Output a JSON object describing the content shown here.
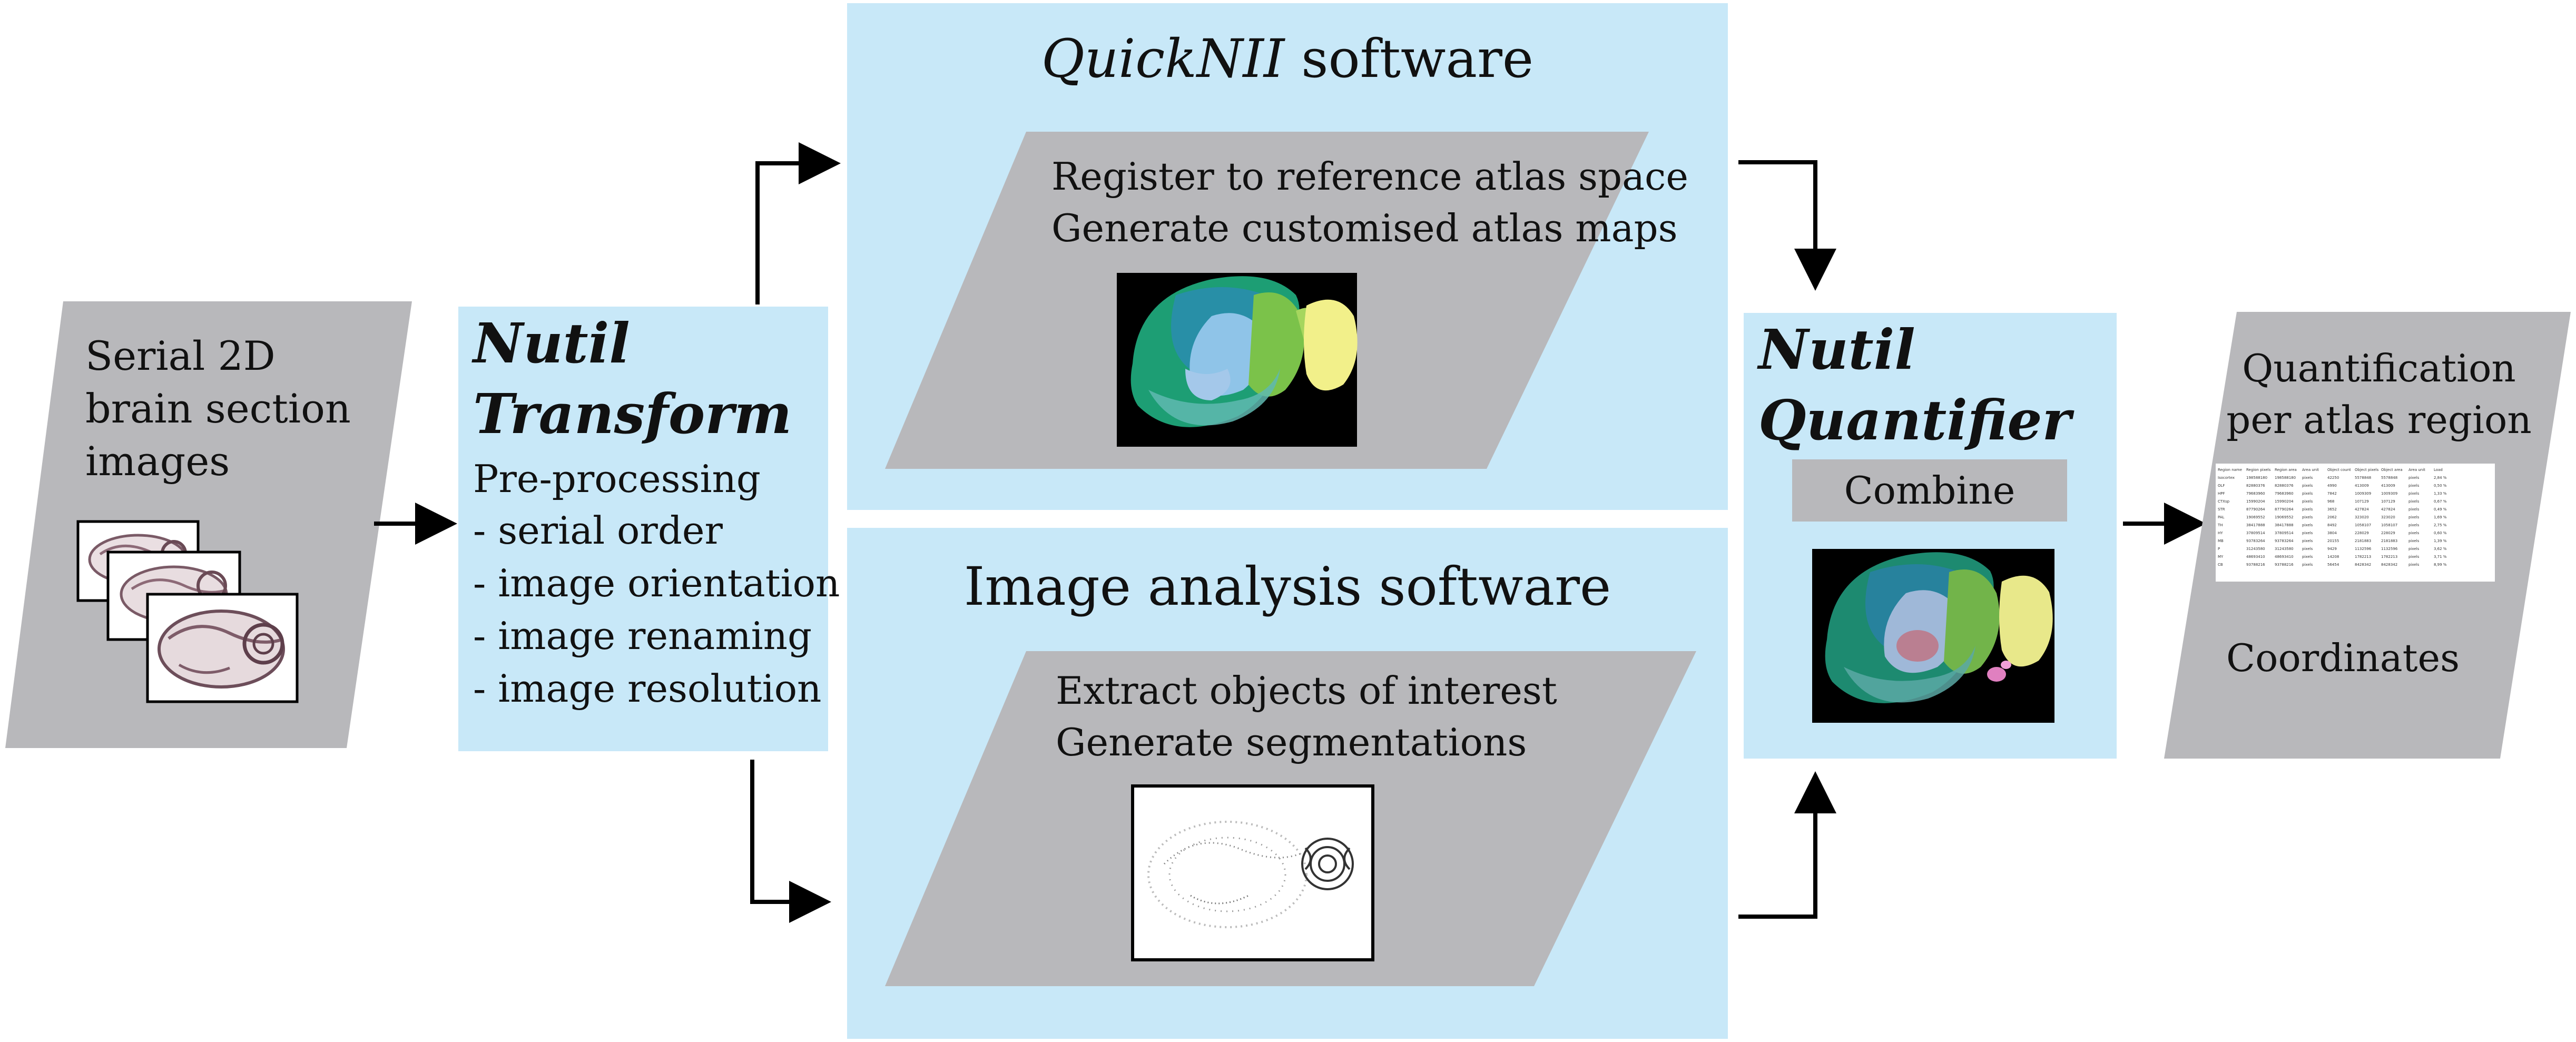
{
  "input_box": {
    "lines": [
      "Serial 2D",
      "brain section",
      "images"
    ]
  },
  "transform": {
    "title_line1": "Nutil",
    "title_line2": "Transform",
    "subtitle": "Pre-processing",
    "items": [
      "- serial order",
      "- image orientation",
      "- image renaming",
      "- image resolution"
    ]
  },
  "quicknii": {
    "title_italic": "QuickNII",
    "title_rest": " software",
    "lines": [
      "Register to reference atlas space",
      "Generate customised atlas maps"
    ]
  },
  "image_analysis": {
    "title": "Image analysis software",
    "lines": [
      "Extract objects of interest",
      "Generate segmentations"
    ]
  },
  "quantifier": {
    "title_line1": "Nutil",
    "title_line2": "Quantifier",
    "combine_label": "Combine"
  },
  "output_box": {
    "lines": [
      "Quantification",
      "per atlas region"
    ],
    "coordinates": "Coordinates",
    "table_header": [
      "Region name",
      "Region pixels",
      "Region area",
      "Area unit",
      "Object count",
      "Object pixels",
      "Object area",
      "Area unit",
      "Load"
    ],
    "table_rows": [
      [
        "Isocortex",
        "198588180",
        "198588180",
        "pixels",
        "42250",
        "5578848",
        "5578848",
        "pixels",
        "2,84 %"
      ],
      [
        "OLF",
        "82880376",
        "82880376",
        "pixels",
        "4990",
        "413009",
        "413009",
        "pixels",
        "0,50 %"
      ],
      [
        "HPF",
        "79683960",
        "79683960",
        "pixels",
        "7842",
        "1009309",
        "1009309",
        "pixels",
        "1,33 %"
      ],
      [
        "CTXsp",
        "15990204",
        "15990204",
        "pixels",
        "968",
        "107129",
        "107129",
        "pixels",
        "0,67 %"
      ],
      [
        "STR",
        "87790264",
        "87790264",
        "pixels",
        "3652",
        "427824",
        "427824",
        "pixels",
        "0,49 %"
      ],
      [
        "PAL",
        "19069552",
        "19069552",
        "pixels",
        "2062",
        "323020",
        "323020",
        "pixels",
        "1,69 %"
      ],
      [
        "TH",
        "38417888",
        "38417888",
        "pixels",
        "8492",
        "1058107",
        "1058107",
        "pixels",
        "2,75 %"
      ],
      [
        "HY",
        "37809514",
        "37809514",
        "pixels",
        "3804",
        "228029",
        "228029",
        "pixels",
        "0,60 %"
      ],
      [
        "MB",
        "93783264",
        "93783264",
        "pixels",
        "20155",
        "2181883",
        "2181883",
        "pixels",
        "1,39 %"
      ],
      [
        "P",
        "31243580",
        "31243580",
        "pixels",
        "9429",
        "1132596",
        "1132596",
        "pixels",
        "3,62 %"
      ],
      [
        "MY",
        "48693410",
        "48693410",
        "pixels",
        "14208",
        "1782213",
        "1782213",
        "pixels",
        "3,71 %"
      ],
      [
        "CB",
        "93788216",
        "93788216",
        "pixels",
        "56454",
        "8428342",
        "8428342",
        "pixels",
        "8,99 %"
      ]
    ]
  },
  "colors": {
    "light_blue": "#c8e8f8",
    "grey": "#b8b8bb",
    "black": "#000000"
  }
}
